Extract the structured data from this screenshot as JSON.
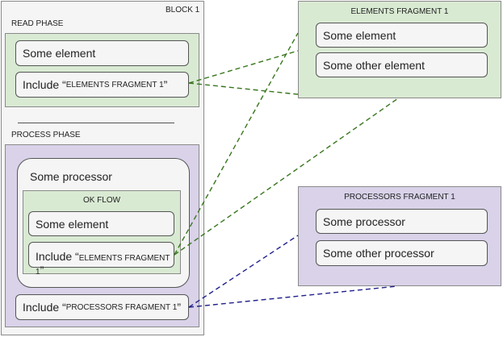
{
  "block": {
    "title": "BLOCK 1",
    "read_phase": {
      "label": "READ PHASE",
      "element": "Some element",
      "include_prefix": "Include “",
      "include_name": "ELEMENTS FRAGMENT 1",
      "include_suffix": "”"
    },
    "process_phase": {
      "label": "PROCESS PHASE",
      "processor_label": "Some processor",
      "ok_flow": {
        "label": "OK FLOW",
        "element": "Some element",
        "include_prefix": "Include “",
        "include_name": "ELEMENTS FRAGMENT 1",
        "include_suffix": "”"
      },
      "include_prefix": "Include “",
      "include_name": "PROCESSORS  FRAGMENT 1",
      "include_suffix": "”"
    }
  },
  "elements_fragment": {
    "title": "ELEMENTS FRAGMENT 1",
    "items": [
      "Some element",
      "Some other element"
    ]
  },
  "processors_fragment": {
    "title": "PROCESSORS FRAGMENT 1",
    "items": [
      "Some processor",
      "Some other processor"
    ]
  },
  "colors": {
    "green_fill": "#d9ead3",
    "purple_fill": "#d9d2e9",
    "green_link": "#38761d",
    "blue_link": "#20208a"
  }
}
